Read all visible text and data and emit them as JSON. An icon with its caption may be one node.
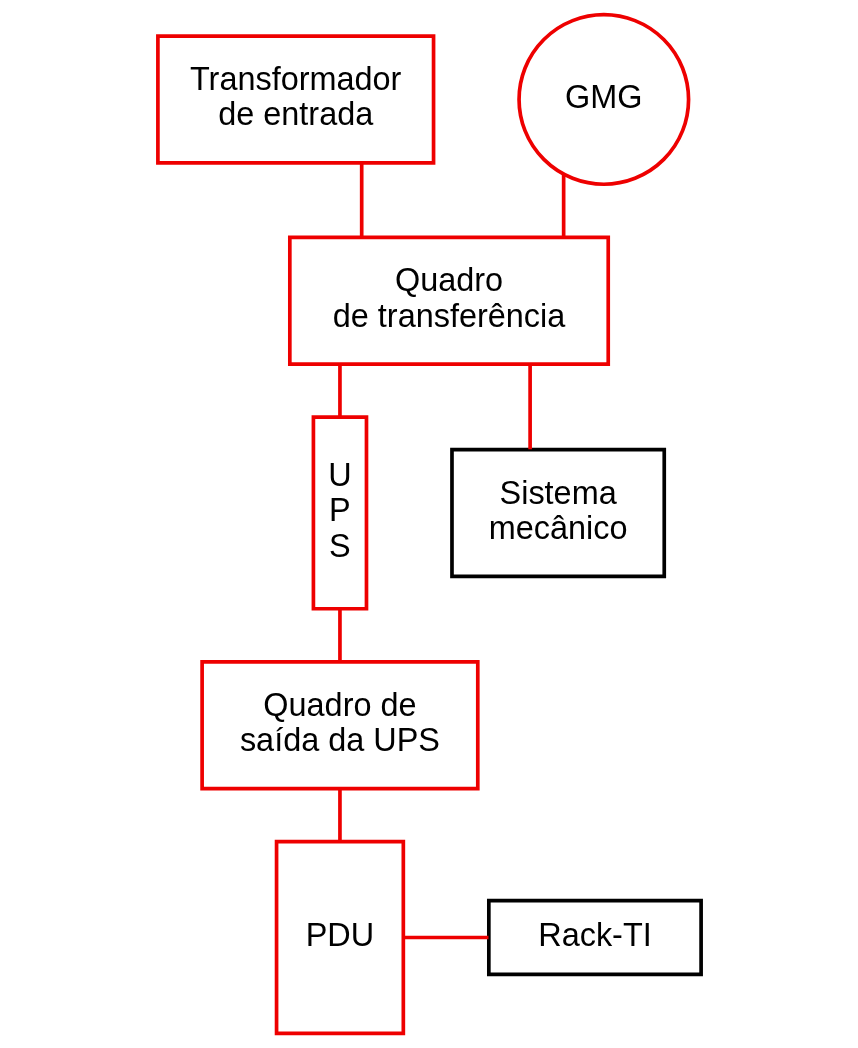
{
  "diagram": {
    "nodes": [
      {
        "text": [
          "Transformador de entrada"
        ]
      },
      {
        "text": [
          "GMG"
        ]
      },
      {
        "text": [
          "Quadro de transferência"
        ]
      },
      {
        "text": [
          "U P S"
        ]
      },
      {
        "text": [
          "Sistema mecânico"
        ]
      },
      {
        "text": [
          "Quadro de saída da UPS"
        ]
      },
      {
        "text": [
          "PDU"
        ]
      },
      {
        "text": [
          "Rack-TI"
        ]
      }
    ],
    "edges": [
      {
        "from": 0,
        "to": 2,
        "arrow": "none"
      },
      {
        "from": 1,
        "to": 2,
        "arrow": "none"
      },
      {
        "from": 2,
        "to": 3,
        "arrow": "none"
      },
      {
        "from": 2,
        "to": 4,
        "arrow": "none"
      },
      {
        "from": 3,
        "to": 5,
        "arrow": "none"
      },
      {
        "from": 5,
        "to": 6,
        "arrow": "none"
      },
      {
        "from": 6,
        "to": 7,
        "arrow": "none"
      }
    ]
  }
}
